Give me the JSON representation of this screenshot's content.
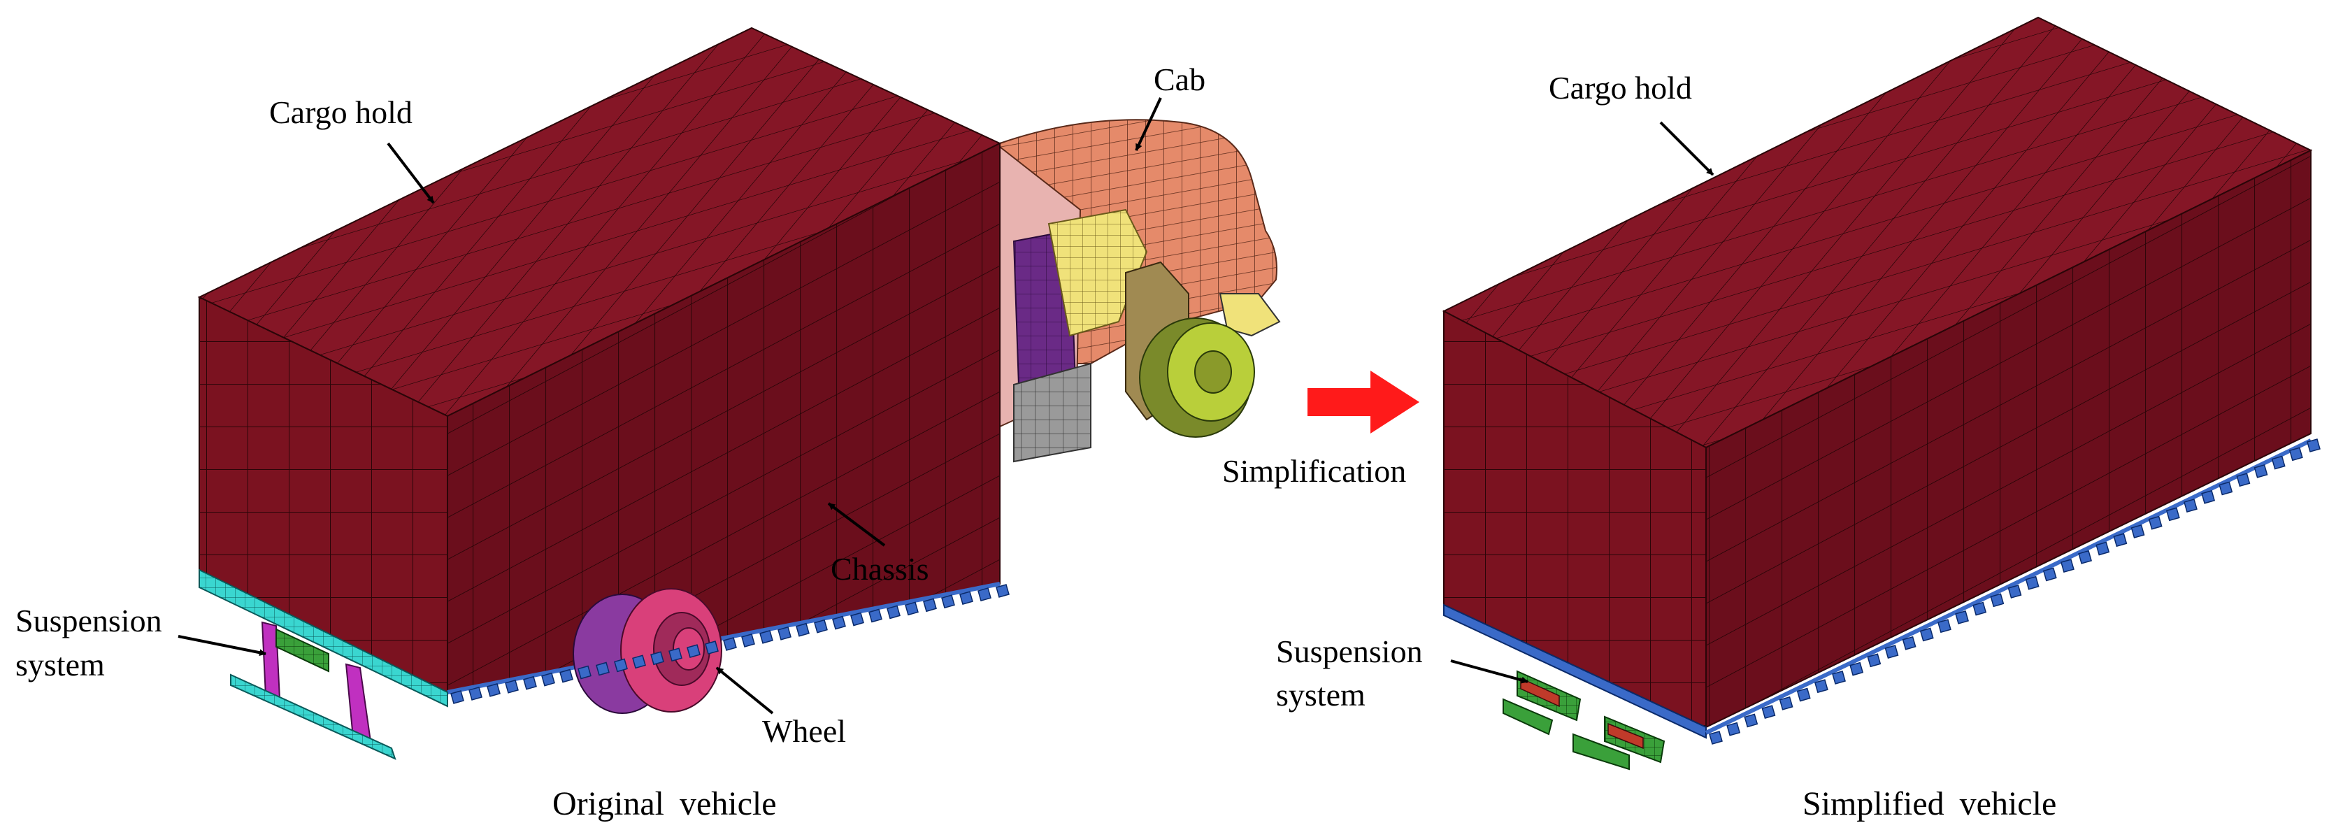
{
  "labels": {
    "cargo_hold_left": "Cargo hold",
    "cab": "Cab",
    "suspension_left_line1": "Suspension",
    "suspension_left_line2": "system",
    "chassis": "Chassis",
    "wheel": "Wheel",
    "simplification": "Simplification",
    "cargo_hold_right": "Cargo hold",
    "suspension_right_line1": "Suspension",
    "suspension_right_line2": "system"
  },
  "captions": {
    "original": "Original vehicle",
    "simplified": "Simplified vehicle"
  },
  "colors": {
    "cargo_front": "#7b1220",
    "cargo_top": "#851626",
    "cargo_side": "#5e0c18",
    "mesh_line": "#2a0508",
    "cab": "#e58a6a",
    "cab_inner": "#e8b3b0",
    "door": "#6a2a86",
    "seat": "#f0e27a",
    "fender": "#a08a52",
    "wheel_rim": "#b9cf3a",
    "wheel_tire": "#5a6a1a",
    "rear_wheel": "#d9407a",
    "rear_wheel_dark": "#8a3aa0",
    "chassis_frame": "#3ad6d0",
    "chassis_bracket": "#3a6ac8",
    "suspension_purple": "#c030c0",
    "suspension_green": "#3aa03a",
    "arrow_red": "#ff1a1a",
    "fuel_tank": "#b59a5a"
  }
}
